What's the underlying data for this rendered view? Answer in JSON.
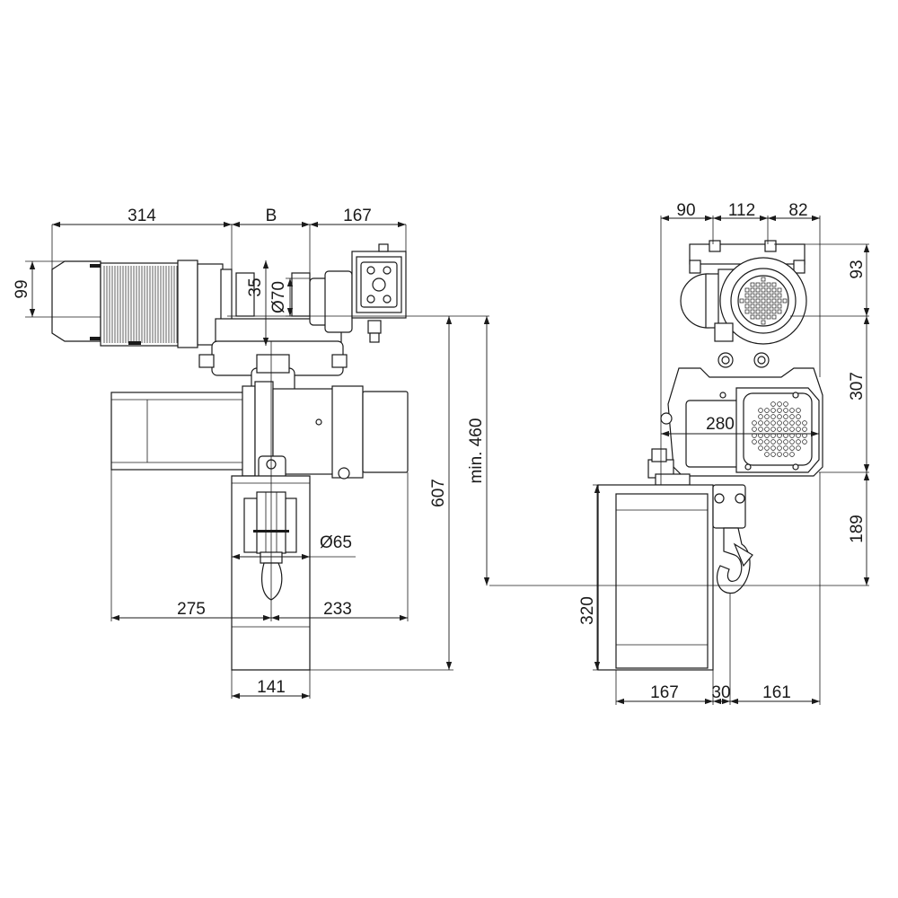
{
  "front_view": {
    "dims": {
      "width_motor_side": "314",
      "width_beam": "B",
      "width_trolley_side": "167",
      "motor_height": "99",
      "offset_35": "35",
      "wheel_dia": "Ø70",
      "hook_dia": "Ø65",
      "min_headroom": "min. 460",
      "overall_height": "607",
      "left_to_hook": "275",
      "right_to_hook": "233",
      "container_width": "141"
    }
  },
  "side_view": {
    "dims": {
      "top_left": "90",
      "top_mid": "112",
      "top_right": "82",
      "right_top": "93",
      "right_mid": "307",
      "right_low": "189",
      "body_width": "280",
      "container_height": "320",
      "bottom_left": "167",
      "bottom_mid": "30",
      "bottom_right": "161"
    }
  },
  "colors": {
    "line": "#1a1a1a",
    "background": "#ffffff"
  }
}
